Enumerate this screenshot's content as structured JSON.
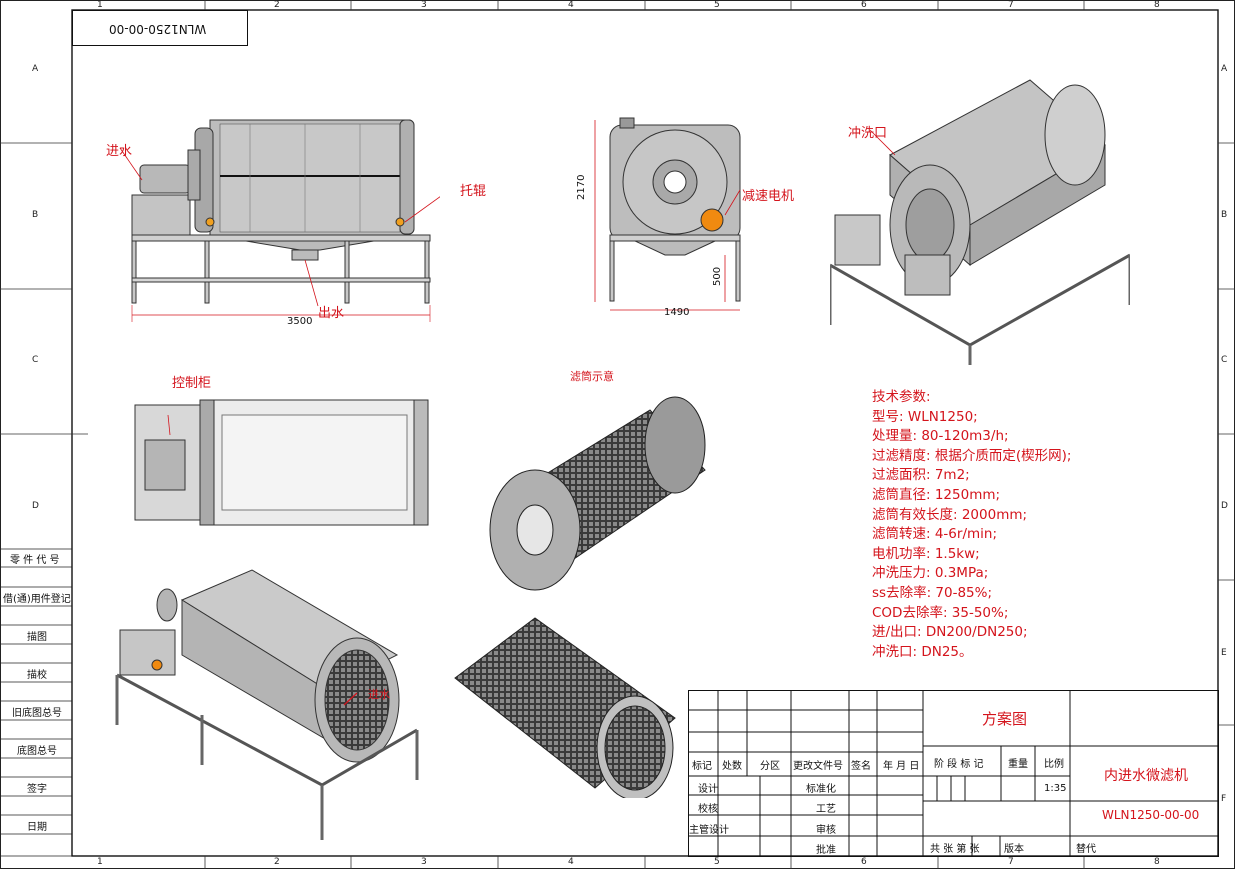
{
  "drawing_no_box": "WLN1250-00-00",
  "border": {
    "cols": [
      "1",
      "2",
      "3",
      "4",
      "5",
      "6",
      "7",
      "8"
    ],
    "rows": [
      "A",
      "B",
      "C",
      "D",
      "E",
      "F"
    ]
  },
  "views": {
    "front_labels": {
      "inlet": "进水",
      "support": "托辊",
      "outlet": "出水",
      "length": "3500"
    },
    "side_labels": {
      "height": "2170",
      "motor": "减速电机",
      "base": "500",
      "width": "1490"
    },
    "iso_label": "冲洗口",
    "top_label": "控制柜",
    "drum_title": "滤筒示意",
    "iso2_label": "进水"
  },
  "specs": [
    "技术参数:",
    "型号: WLN1250;",
    "处理量: 80-120m3/h;",
    "过滤精度: 根据介质而定(楔形网);",
    "过滤面积: 7m2;",
    "滤筒直径: 1250mm;",
    "滤筒有效长度: 2000mm;",
    "滤筒转速: 4-6r/min;",
    "电机功率: 1.5kw;",
    "冲洗压力: 0.3MPa;",
    "ss去除率: 70-85%;",
    "COD去除率: 35-50%;",
    "进/出口: DN200/DN250;",
    "冲洗口: DN25。"
  ],
  "left_strip": [
    "零 件 代 号",
    "借(通)用件登记",
    "描图",
    "描校",
    "旧底图总号",
    "底图总号",
    "签字",
    "日期"
  ],
  "title_block": {
    "headers": [
      "标记",
      "处数",
      "分区",
      "更改文件号",
      "签名",
      "年 月 日"
    ],
    "rows_left": [
      "设计",
      "校核",
      "主管设计"
    ],
    "rows_mid": [
      "标准化",
      "工艺",
      "审核",
      "批准"
    ],
    "scheme": "方案图",
    "stage": "阶 段 标 记",
    "weight": "重量",
    "scale": "比例",
    "scale_value": "1:35",
    "product": "内进水微滤机",
    "drawing_no": "WLN1250-00-00",
    "sheets": "共  张  第  张",
    "version": "版本",
    "replace": "替代"
  }
}
